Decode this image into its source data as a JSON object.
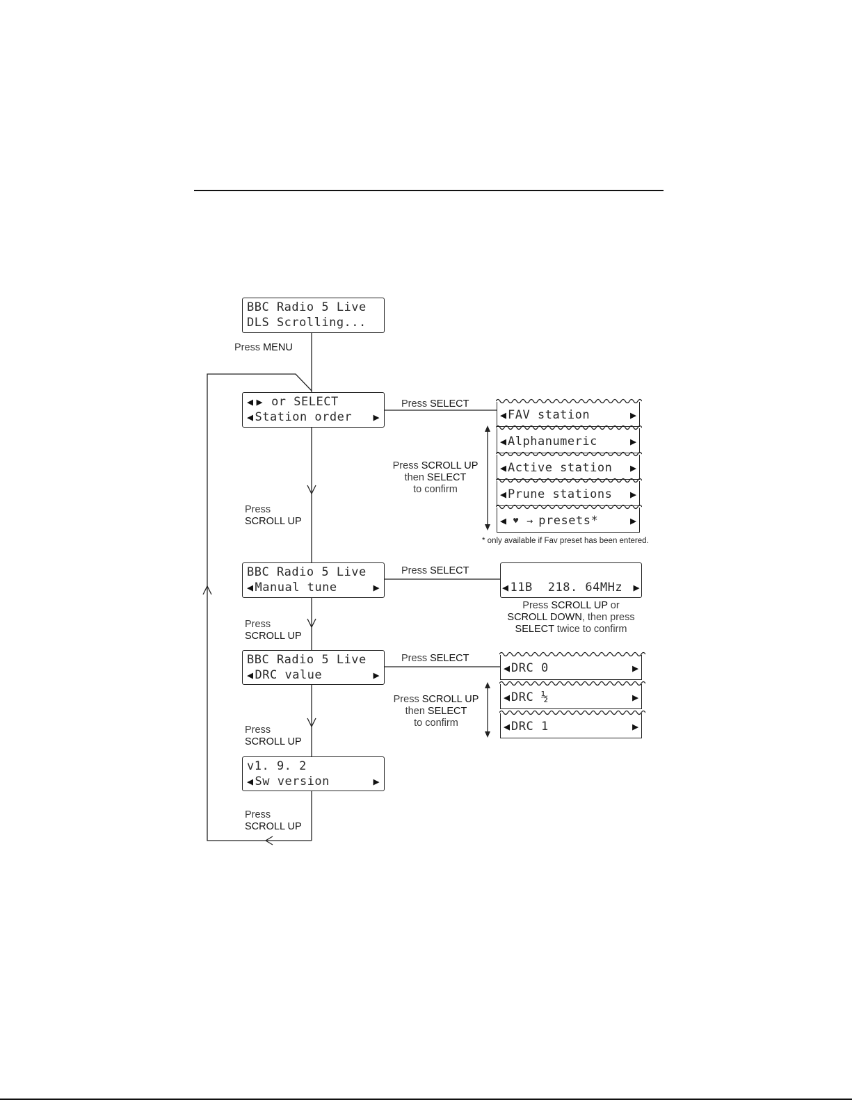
{
  "screen1": {
    "line1": "BBC Radio 5 Live",
    "line2": "DLS Scrolling..."
  },
  "label_menu": {
    "pre": "Press ",
    "key": "MENU"
  },
  "screen2": {
    "line1": "or SELECT",
    "line2": "Station order"
  },
  "screen3": {
    "line1": "BBC Radio 5 Live",
    "line2": "Manual tune"
  },
  "screen4": {
    "line1": "BBC Radio 5 Live",
    "line2": "DRC value"
  },
  "screen5": {
    "line1": "v1. 9. 2",
    "line2": "Sw version"
  },
  "press_select": {
    "pre": "Press ",
    "key": "SELECT"
  },
  "scroll_up_label": {
    "pre": "Press",
    "key": "SCROLL UP"
  },
  "station_options": [
    "FAV station",
    "Alphanumeric",
    "Active station",
    "Prune stations",
    "presets*"
  ],
  "heart_symbol": "♥",
  "scroll_confirm": {
    "line1_pre": "Press ",
    "line1_key": "SCROLL UP",
    "line2_pre": "then ",
    "line2_key": "SELECT",
    "line3": "to confirm"
  },
  "fav_note": "* only available if Fav preset has been entered.",
  "manual_tune_display": {
    "channel": "11B",
    "freq": "218. 64MHz"
  },
  "manual_tune_help": {
    "l1_pre": "Press ",
    "l1_key": "SCROLL UP",
    "l1_post": " or",
    "l2_key": "SCROLL DOWN",
    "l2_post": ", then press",
    "l3_key": "SELECT",
    "l3_post": " twice to confirm"
  },
  "drc_options": [
    "DRC 0",
    "DRC ½",
    "DRC 1"
  ]
}
